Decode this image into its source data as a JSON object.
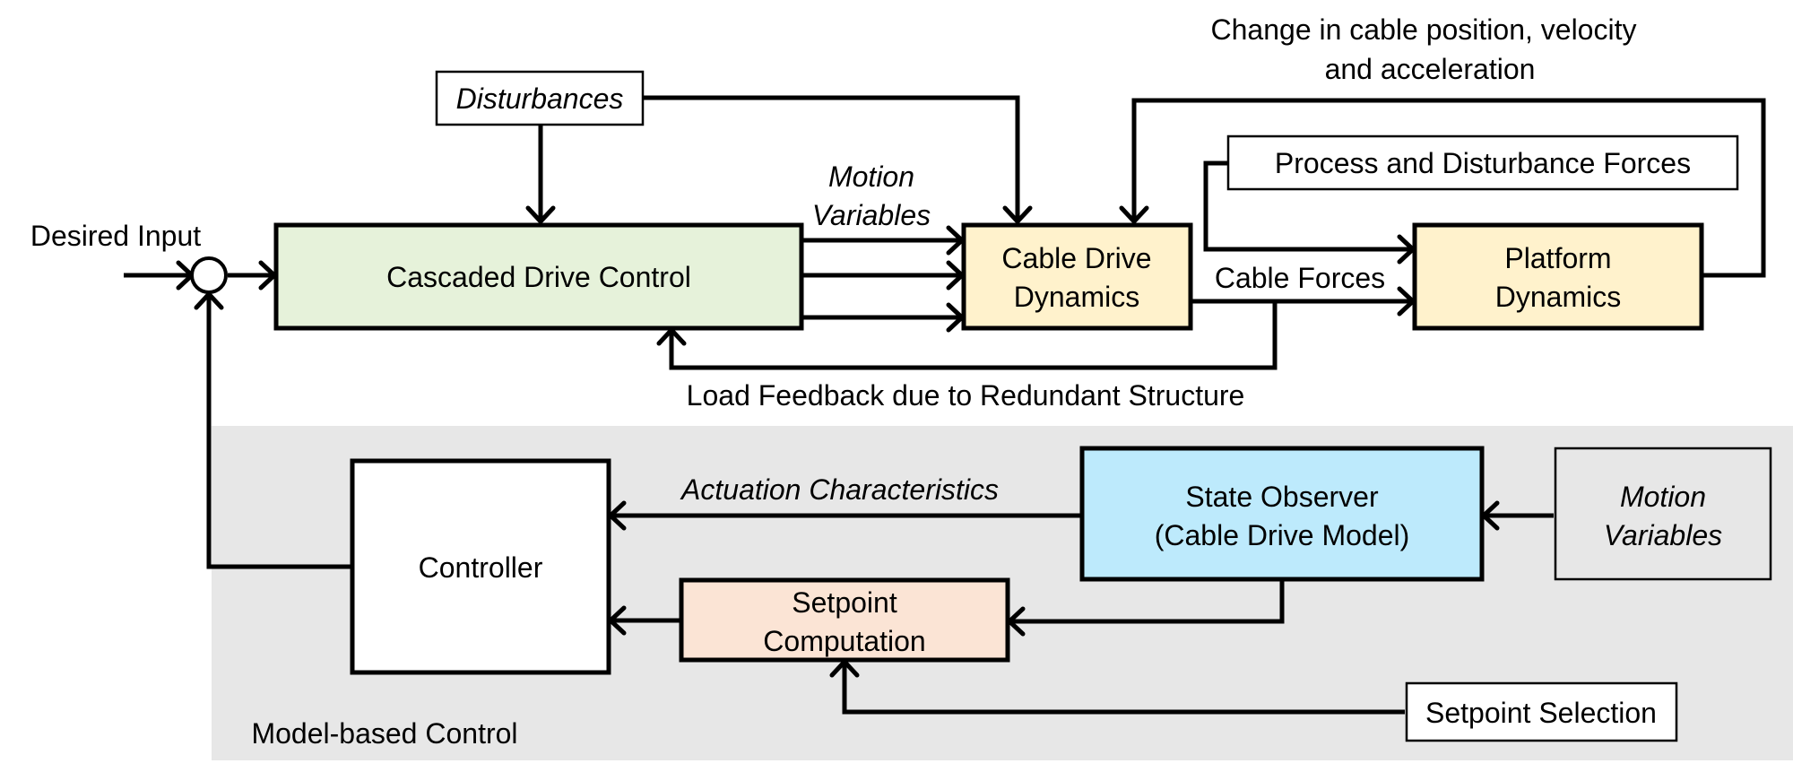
{
  "labels": {
    "desired_input": "Desired Input",
    "disturbances": "Disturbances",
    "motion_variables_top": [
      "Motion",
      "Variables"
    ],
    "change_in_cable": [
      "Change in cable position, velocity",
      "and acceleration"
    ],
    "process_forces": "Process and Disturbance Forces",
    "cable_forces": "Cable Forces",
    "load_feedback": "Load Feedback due to Redundant Structure",
    "actuation_characteristics": "Actuation Characteristics",
    "model_based_control": "Model-based Control"
  },
  "blocks": {
    "cascaded_drive_control": {
      "label": "Cascaded Drive Control",
      "fill": "#e6f2da"
    },
    "cable_drive_dynamics": {
      "lines": [
        "Cable Drive",
        "Dynamics"
      ],
      "fill": "#fff2cc"
    },
    "platform_dynamics": {
      "lines": [
        "Platform",
        "Dynamics"
      ],
      "fill": "#fff2cc"
    },
    "controller": {
      "label": "Controller",
      "fill": "#ffffff"
    },
    "state_observer": {
      "lines": [
        "State Observer",
        "(Cable Drive Model)"
      ],
      "fill": "#bdeafc"
    },
    "setpoint_computation": {
      "lines": [
        "Setpoint",
        "Computation"
      ],
      "fill": "#fbe4d5"
    },
    "motion_variables_input": {
      "lines": [
        "Motion",
        "Variables"
      ],
      "fill": "#e7e7e7"
    },
    "setpoint_selection": {
      "label": "Setpoint Selection",
      "fill": "#ffffff"
    }
  },
  "colors": {
    "model_region": "#e7e7e7",
    "line": "#000000"
  }
}
